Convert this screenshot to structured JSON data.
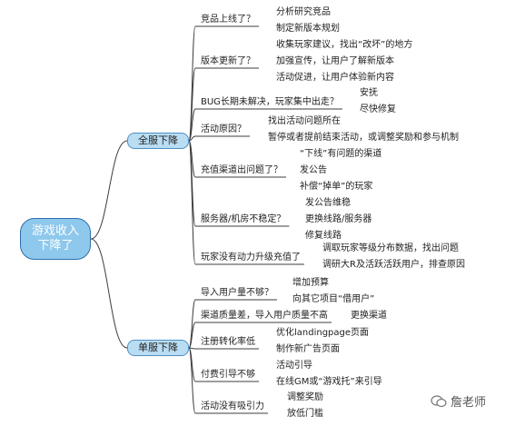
{
  "root": {
    "line1": "游戏收入",
    "line2": "下降了"
  },
  "branches": [
    {
      "label": "全服下降",
      "children": [
        {
          "label": "竞品上线了？",
          "children": [
            "分析研究竞品",
            "制定新版本规划"
          ]
        },
        {
          "label": "版本更新了？",
          "children": [
            "收集玩家建议，找出“改坏”的地方",
            "加强宣传，让用户了解新版本",
            "活动促进，让用户体验新内容"
          ]
        },
        {
          "label": "BUG长期未解决，玩家集中出走？",
          "children": [
            "安抚",
            "尽快修复"
          ]
        },
        {
          "label": "活动原因？",
          "children": [
            "找出活动问题所在",
            "暂停或者提前结束活动，或调整奖励和参与机制"
          ]
        },
        {
          "label": "充值渠道出问题了？",
          "children": [
            "“下线”有问题的渠道",
            "发公告",
            "补偿“掉单”的玩家"
          ]
        },
        {
          "label": "服务器/机房不稳定？",
          "children": [
            "发公告维稳",
            "更换线路/服务器",
            "修复线路"
          ]
        },
        {
          "label": "玩家没有动力升级充值了",
          "children": [
            "调取玩家等级分布数据，找出问题",
            "调研大R及活跃活跃用户，排查原因"
          ]
        }
      ]
    },
    {
      "label": "单服下降",
      "children": [
        {
          "label": "导入用户量不够？",
          "children": [
            "增加预算",
            "向其它项目“借用户”"
          ]
        },
        {
          "label": "渠道质量差，导入用户质量不高",
          "children": [
            "更换渠道"
          ]
        },
        {
          "label": "注册转化率低",
          "children": [
            "优化landingpage页面",
            "制作新广告页面"
          ]
        },
        {
          "label": "付费引导不够",
          "children": [
            "活动引导",
            "在线GM或“游戏托”来引导"
          ]
        },
        {
          "label": "活动没有吸引力",
          "children": [
            "调整奖励",
            "放低门槛"
          ]
        }
      ]
    }
  ],
  "watermark": {
    "text": "詹老师"
  },
  "colors": {
    "line": "#3d3d3d",
    "root_fill": "#8ec8ec",
    "branch_fill": "#b9ddf3",
    "border": "#4f8fc4"
  }
}
